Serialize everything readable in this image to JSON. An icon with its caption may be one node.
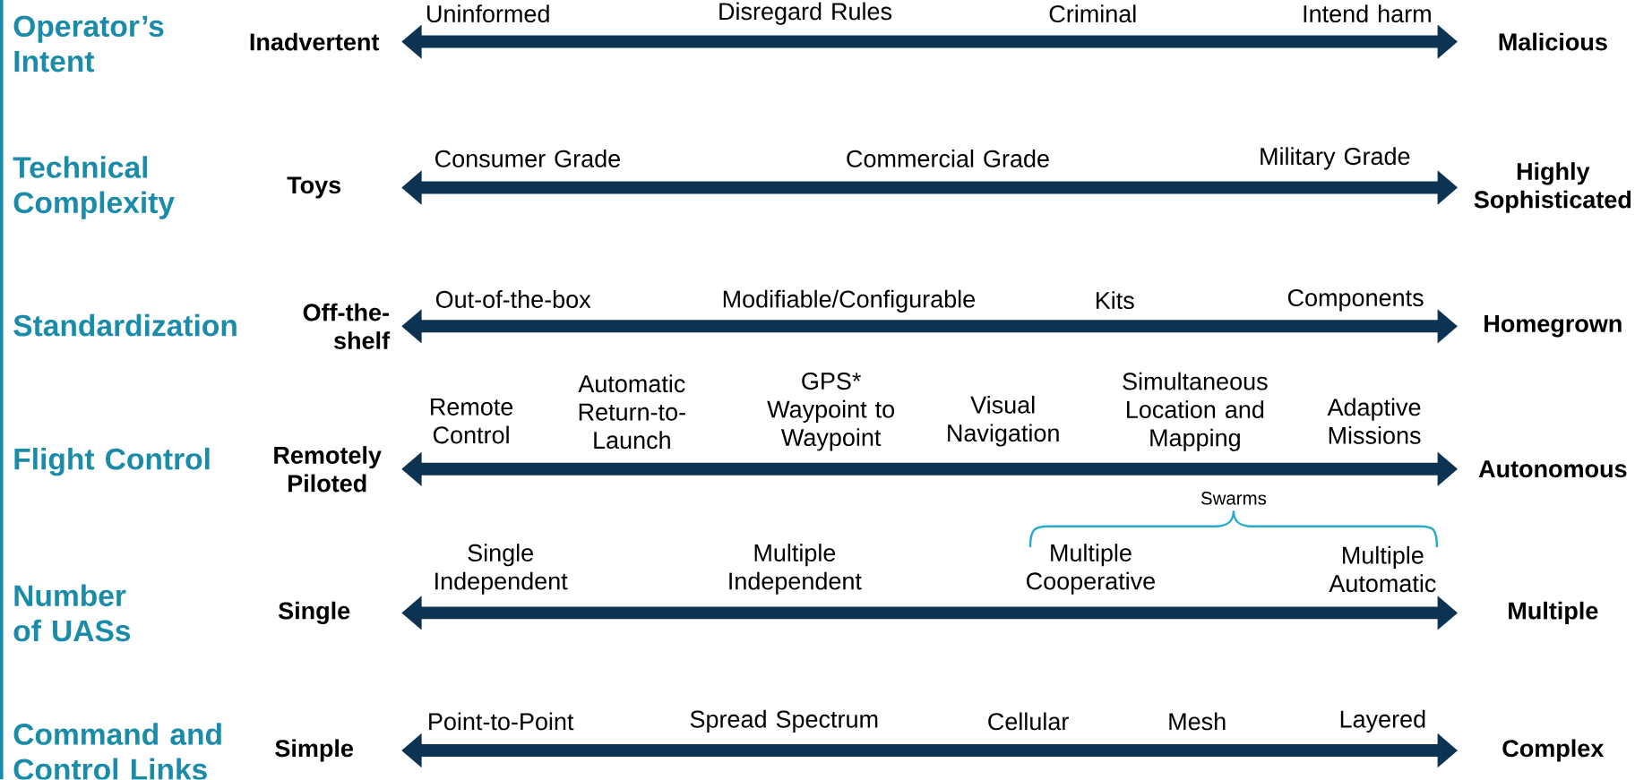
{
  "diagram": {
    "nodes": [
      {
        "text": [
          "Inadvertent"
        ]
      },
      {
        "text": [
          "Malicious"
        ]
      },
      {
        "text": [
          "Toys"
        ]
      },
      {
        "text": [
          "Highly Sophisticated"
        ]
      },
      {
        "text": [
          "Off-the-shelf"
        ]
      },
      {
        "text": [
          "Homegrown"
        ]
      },
      {
        "text": [
          "Remotely Piloted"
        ]
      },
      {
        "text": [
          "Autonomous"
        ]
      },
      {
        "text": [
          "Single"
        ]
      },
      {
        "text": [
          "Multiple"
        ]
      },
      {
        "text": [
          "Simple"
        ]
      },
      {
        "text": [
          "Complex"
        ]
      }
    ],
    "edges": [
      {
        "from": 0,
        "to": 1,
        "arrow": "both"
      },
      {
        "from": 2,
        "to": 3,
        "arrow": "both"
      },
      {
        "from": 4,
        "to": 5,
        "arrow": "both"
      },
      {
        "from": 6,
        "to": 7,
        "arrow": "both"
      },
      {
        "from": 8,
        "to": 9,
        "arrow": "both"
      },
      {
        "from": 10,
        "to": 11,
        "arrow": "both"
      }
    ],
    "labels": [
      "Operator’s Intent",
      "Uninformed",
      "Disregard Rules",
      "Criminal",
      "Intend harm",
      "Technical Complexity",
      "Consumer Grade",
      "Commercial Grade",
      "Military Grade",
      "Standardization",
      "Out-of-the-box",
      "Modifiable/Configurable",
      "Kits",
      "Components",
      "Flight Control",
      "Remote Control",
      "Automatic Return-to-Launch",
      "GPS* Waypoint to Waypoint",
      "Visual Navigation",
      "Simultaneous Location and Mapping",
      "Adaptive Missions",
      "Number of UASs",
      "Swarms",
      "Single Independent",
      "Multiple Independent",
      "Multiple Cooperative",
      "Multiple Automatic",
      "Command and Control Links",
      "Point-to-Point",
      "Spread Spectrum",
      "Cellular",
      "Mesh",
      "Layered"
    ]
  }
}
